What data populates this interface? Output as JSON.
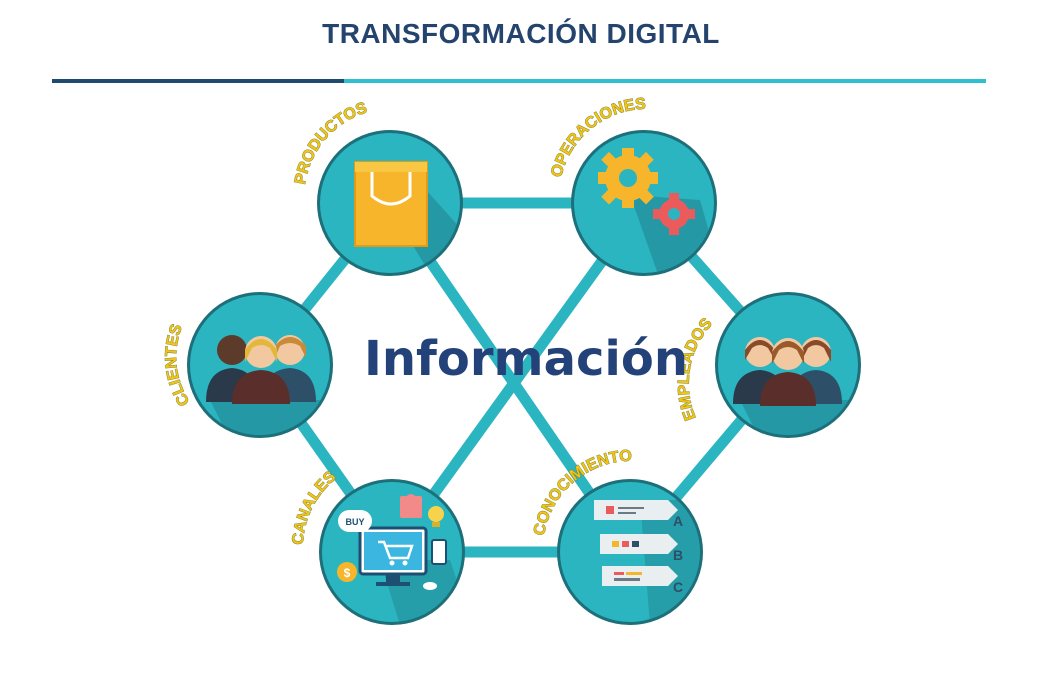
{
  "header": {
    "title": "TRANSFORMACIÓN DIGITAL"
  },
  "diagram": {
    "center_label": "Información",
    "nodes": [
      {
        "key": "productos",
        "label": "PRODUCTOS",
        "icon": "shopping-bag-icon"
      },
      {
        "key": "operaciones",
        "label": "OPERACIONES",
        "icon": "gears-icon"
      },
      {
        "key": "clientes",
        "label": "CLIENTES",
        "icon": "people-group-icon"
      },
      {
        "key": "empleados",
        "label": "EMPLEADOS",
        "icon": "people-group-icon"
      },
      {
        "key": "canales",
        "label": "CANALES",
        "icon": "channels-devices-icon"
      },
      {
        "key": "conocimiento",
        "label": "CONOCIMIENTO",
        "icon": "knowledge-list-icon"
      }
    ]
  },
  "colors": {
    "title": "#24446e",
    "rule_dark": "#1f4b6e",
    "rule_light": "#2fc0cf",
    "node_fill": "#2bb5c1",
    "node_border": "#1d6f7a",
    "center_text": "#24427a",
    "label_fill": "#f2c318"
  }
}
